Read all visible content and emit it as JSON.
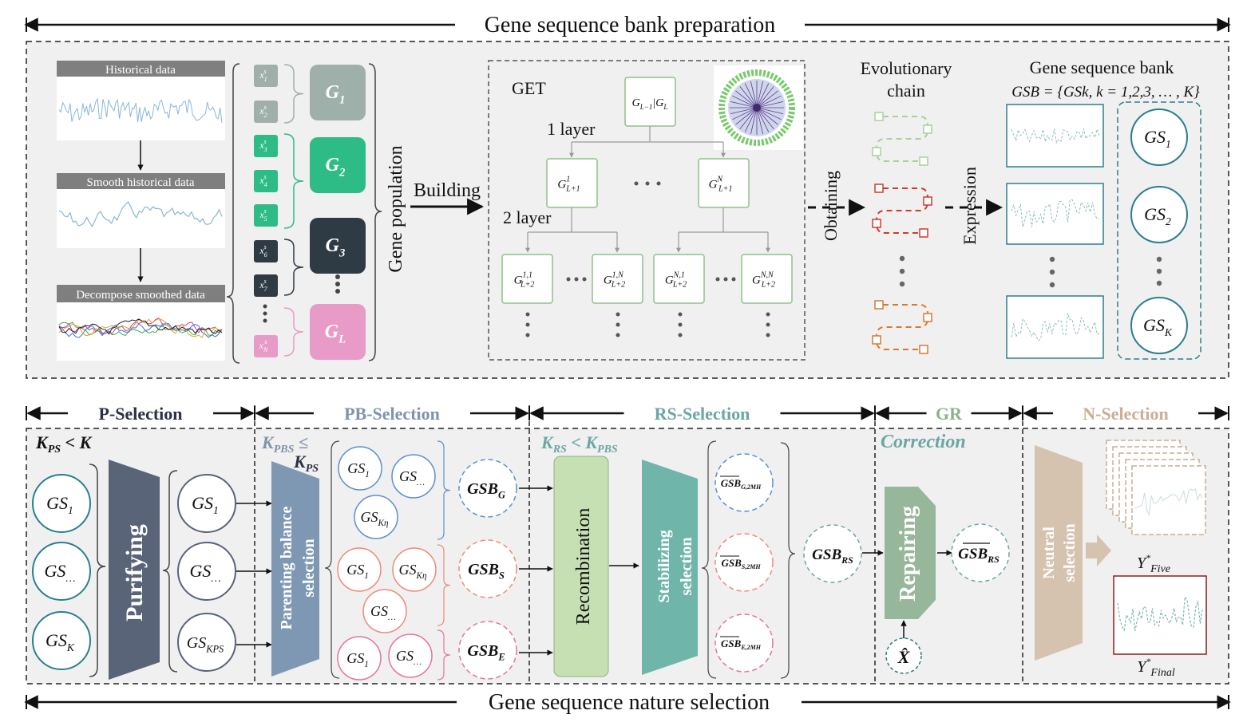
{
  "top": {
    "title": "Gene sequence bank preparation",
    "historical": "Historical data",
    "smooth": "Smooth historical data",
    "decompose": "Decompose smoothed data",
    "components": [
      "x1",
      "x2",
      "x3",
      "x4",
      "x5",
      "x6",
      "x7",
      "xN"
    ],
    "groups": [
      "G1",
      "G2",
      "G3",
      "GL"
    ],
    "group_colors": [
      "#9fb0ab",
      "#2dbb86",
      "#2e3b45",
      "#e79bc6"
    ],
    "gene_population": "Gene population",
    "building": "Building",
    "get_label": "GET",
    "root_node": "GL−1|GL",
    "layer1": "1 layer",
    "layer2": "2 layer",
    "l1_nodes": [
      "G1L+1",
      "GNL+1"
    ],
    "l2_nodes": [
      "G1,1L+2",
      "G1,NL+2",
      "GN,1L+2",
      "GN,NL+2"
    ],
    "obtaining": "Obtaining",
    "evo_title_1": "Evolutionary",
    "evo_title_2": "chain",
    "expression": "Expression",
    "bank_title": "Gene sequence bank",
    "bank_formula": "GSB = {GSk, k = 1,2,3, … , K}",
    "bank_items": [
      "GS1",
      "GS2",
      "GSK"
    ]
  },
  "bottom": {
    "title": "Gene sequence nature selection",
    "stages": [
      "P-Selection",
      "PB-Selection",
      "RS-Selection",
      "GR",
      "N-Selection"
    ],
    "p_constraint": "KPS < K",
    "p_inputs": [
      "GS1",
      "GS…",
      "GSK"
    ],
    "purifying": "Purifying",
    "p_outputs": [
      "GS1",
      "GS…",
      "GSKPS"
    ],
    "pb_constraint": "KPBS ≤ KPS",
    "pb_block": "Parenting balance selection",
    "gsb_g": "GSBG",
    "gsb_s": "GSBS",
    "gsb_e": "GSBE",
    "rs_constraint": "KRS < KPBS",
    "recombination": "Recombination",
    "stabilizing": "Stabilizing selection",
    "rs_outputs": [
      "GSBG,2MH",
      "GSBS,2MH",
      "GSBE,2MH"
    ],
    "gsb_rs": "GSBRS",
    "correction": "Correction",
    "repairing": "Repairing",
    "gsb_rs_bar": "GSBRS",
    "x_hat": "X̂",
    "neutral": "Neutral selection",
    "y_five": "Y*Five",
    "y_final": "Y*Final"
  }
}
